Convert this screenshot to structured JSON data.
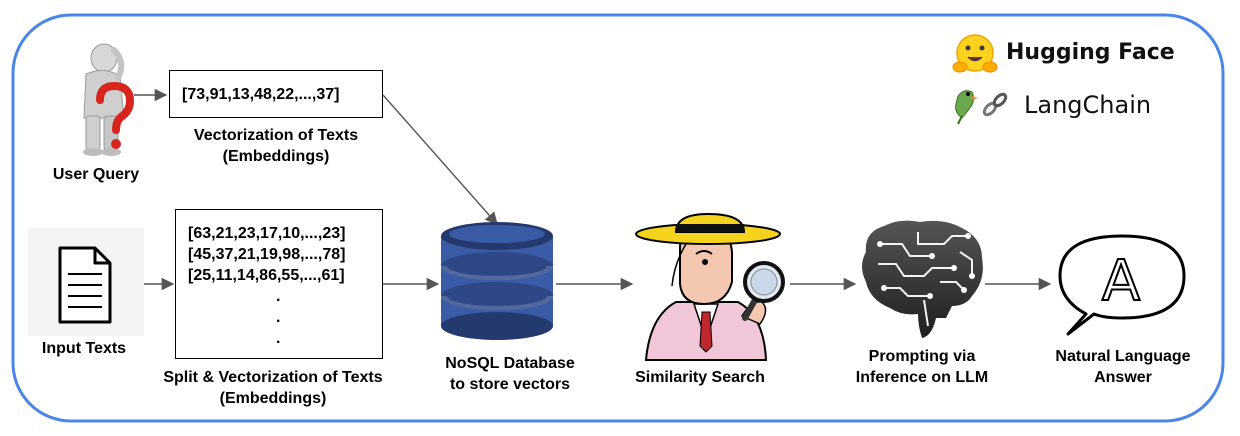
{
  "brands": {
    "hugging_face": "Hugging Face",
    "langchain": "LangChain"
  },
  "query": {
    "label": "User Query",
    "vector": "[73,91,13,48,22,...,37]",
    "vector_caption_line1": "Vectorization of Texts",
    "vector_caption_line2": "(Embeddings)"
  },
  "input": {
    "label": "Input Texts",
    "vectors": [
      "[63,21,23,17,10,...,23]",
      "[45,37,21,19,98,...,78]",
      "[25,11,14,86,55,...,61]",
      ".",
      ".",
      "."
    ],
    "caption_line1": "Split & Vectorization of Texts",
    "caption_line2": "(Embeddings)"
  },
  "database": {
    "label_line1": "NoSQL Database",
    "label_line2": "to store vectors"
  },
  "search": {
    "label": "Similarity Search"
  },
  "llm": {
    "label_line1": "Prompting via",
    "label_line2": "Inference on LLM"
  },
  "answer": {
    "letter": "A",
    "label_line1": "Natural Language",
    "label_line2": "Answer"
  },
  "colors": {
    "frame": "#4a86e8",
    "db_blue": "#3a5ba6",
    "db_dark": "#24396e",
    "arrow": "#555555",
    "question_mark": "#d9231d",
    "hat_yellow": "#f5d21b",
    "coat_pink": "#f1c6d8"
  }
}
